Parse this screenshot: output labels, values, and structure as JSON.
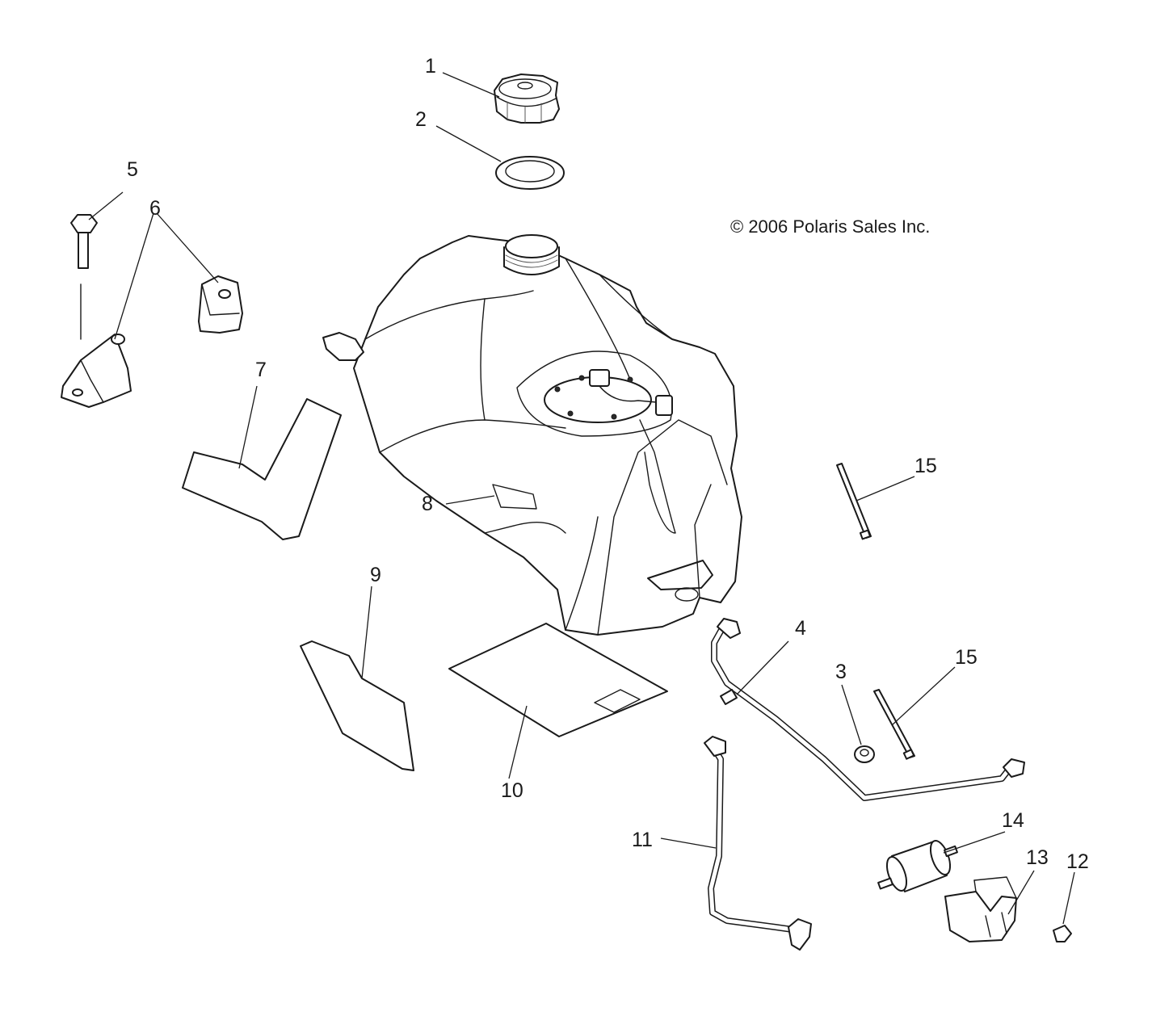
{
  "copyright": "© 2006 Polaris Sales Inc.",
  "callouts": [
    "1",
    "2",
    "5",
    "6",
    "7",
    "8",
    "9",
    "10",
    "15",
    "4",
    "3",
    "15",
    "11",
    "14",
    "13",
    "12"
  ]
}
